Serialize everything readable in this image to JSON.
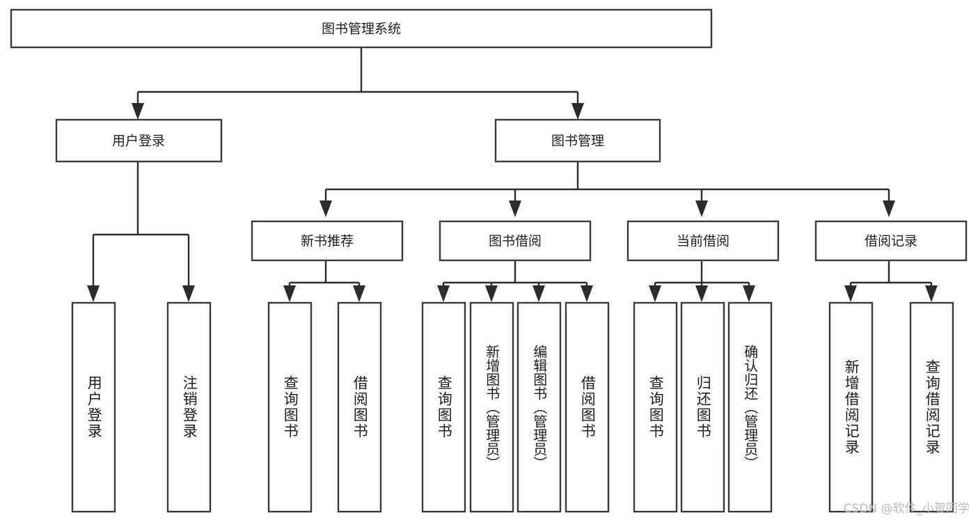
{
  "diagram": {
    "title": "图书管理系统",
    "type": "tree",
    "orientation": "top-down",
    "colors": {
      "box_stroke": "#3b3b3b",
      "box_fill": "#ffffff",
      "connector": "#2b2b2b",
      "label": "#1c1c1c",
      "watermark": "#b9b9b9",
      "background": "#ffffff"
    },
    "nodes": {
      "root": {
        "label": "图书管理系统",
        "level": 1,
        "orientation": "horizontal"
      },
      "user_login": {
        "label": "用户登录",
        "level": 2,
        "orientation": "horizontal"
      },
      "book_manage": {
        "label": "图书管理",
        "level": 2,
        "orientation": "horizontal"
      },
      "new_book_rec": {
        "label": "新书推荐",
        "level": 3,
        "orientation": "horizontal"
      },
      "book_borrow": {
        "label": "图书借阅",
        "level": 3,
        "orientation": "horizontal"
      },
      "current_borrow": {
        "label": "当前借阅",
        "level": 3,
        "orientation": "horizontal"
      },
      "borrow_record": {
        "label": "借阅记录",
        "level": 3,
        "orientation": "horizontal"
      },
      "leaf_user_login": {
        "label": "用户登录",
        "level": 3,
        "orientation": "vertical"
      },
      "leaf_logout": {
        "label": "注销登录",
        "level": 3,
        "orientation": "vertical"
      },
      "leaf_query_book_1": {
        "label": "查询图书",
        "level": 4,
        "orientation": "vertical"
      },
      "leaf_borrow_book_1": {
        "label": "借阅图书",
        "level": 4,
        "orientation": "vertical"
      },
      "leaf_query_book_2": {
        "label": "查询图书",
        "level": 4,
        "orientation": "vertical"
      },
      "leaf_add_book": {
        "label": "新增图书（管理员）",
        "level": 4,
        "orientation": "vertical"
      },
      "leaf_edit_book": {
        "label": "编辑图书（管理员）",
        "level": 4,
        "orientation": "vertical"
      },
      "leaf_borrow_book_2": {
        "label": "借阅图书",
        "level": 4,
        "orientation": "vertical"
      },
      "leaf_query_book_3": {
        "label": "查询图书",
        "level": 4,
        "orientation": "vertical"
      },
      "leaf_return_book": {
        "label": "归还图书",
        "level": 4,
        "orientation": "vertical"
      },
      "leaf_confirm_return": {
        "label": "确认归还（管理员）",
        "level": 4,
        "orientation": "vertical"
      },
      "leaf_add_record": {
        "label": "新增借阅记录",
        "level": 4,
        "orientation": "vertical"
      },
      "leaf_query_record": {
        "label": "查询借阅记录",
        "level": 4,
        "orientation": "vertical"
      }
    },
    "edges": [
      {
        "from": "root",
        "to": "user_login"
      },
      {
        "from": "root",
        "to": "book_manage"
      },
      {
        "from": "user_login",
        "to": "leaf_user_login"
      },
      {
        "from": "user_login",
        "to": "leaf_logout"
      },
      {
        "from": "book_manage",
        "to": "new_book_rec"
      },
      {
        "from": "book_manage",
        "to": "book_borrow"
      },
      {
        "from": "book_manage",
        "to": "current_borrow"
      },
      {
        "from": "book_manage",
        "to": "borrow_record"
      },
      {
        "from": "new_book_rec",
        "to": "leaf_query_book_1"
      },
      {
        "from": "new_book_rec",
        "to": "leaf_borrow_book_1"
      },
      {
        "from": "book_borrow",
        "to": "leaf_query_book_2"
      },
      {
        "from": "book_borrow",
        "to": "leaf_add_book"
      },
      {
        "from": "book_borrow",
        "to": "leaf_edit_book"
      },
      {
        "from": "book_borrow",
        "to": "leaf_borrow_book_2"
      },
      {
        "from": "current_borrow",
        "to": "leaf_query_book_3"
      },
      {
        "from": "current_borrow",
        "to": "leaf_return_book"
      },
      {
        "from": "current_borrow",
        "to": "leaf_confirm_return"
      },
      {
        "from": "borrow_record",
        "to": "leaf_add_record"
      },
      {
        "from": "borrow_record",
        "to": "leaf_query_record"
      }
    ]
  },
  "watermark": {
    "text": "CSDN @软件_小贺同学"
  }
}
